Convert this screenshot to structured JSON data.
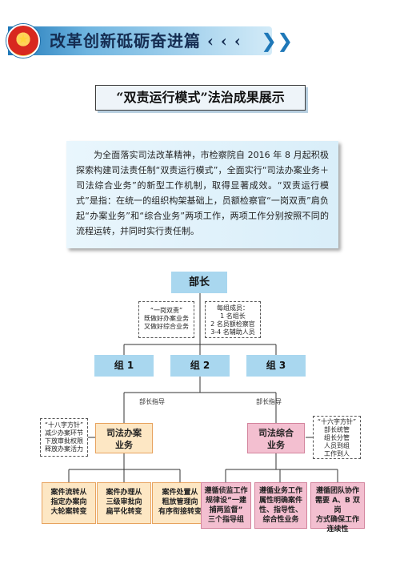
{
  "header": {
    "title": "改革创新砥砺奋进篇 ‹ ‹ ‹"
  },
  "section": {
    "title": "“双责运行模式”法治成果展示"
  },
  "intro": {
    "text": "为全面落实司法改革精神，市检察院自 2016 年 8 月起积极探索构建司法责任制“双责运行模式”，全面实行“司法办案业务＋司法综合业务”的新型工作机制，取得显著成效。“双责运行模式”是指：在统一的组织构架基础上，员额检察官“一岗双责”肩负起“办案业务”和“综合业务”两项工作，两项工作分别按照不同的流程运转，并同时实行责任制。"
  },
  "diagram": {
    "root": "部长",
    "note_left": [
      "“一岗双责”",
      "既做好办案业务",
      "又做好综合业务"
    ],
    "note_right": [
      "每组成员：",
      "1 名组长",
      "2 名员额检察官",
      "3-4 名辅助人员"
    ],
    "groups": [
      "组 1",
      "组 2",
      "组 3"
    ],
    "guide_left": "部长指导",
    "guide_right": "部长指导",
    "case_title": [
      "司法办案",
      "业务"
    ],
    "general_title": [
      "司法综合",
      "业务"
    ],
    "note_case": [
      "“十八字方针”",
      "减少办案环节",
      "下放审批权限",
      "释放办案活力"
    ],
    "note_general": [
      "“十六字方针”",
      "部长统管",
      "组长分管",
      "人员到组",
      "工作到人"
    ],
    "case_leaves": [
      [
        "案件流转从",
        "指定办案向",
        "大轮案转变"
      ],
      [
        "案件办理从",
        "三级审批向",
        "扁平化转变"
      ],
      [
        "案件处置从",
        "粗放管理向",
        "有序衔接转变"
      ]
    ],
    "general_leaves": [
      [
        "遵循侦监工作",
        "规律设”一建",
        "捕两监督”",
        "三个指导组"
      ],
      [
        "遵循业务工作",
        "属性明确案件",
        "性、指导性、",
        "综合性业务"
      ],
      [
        "遵循团队协作",
        "需要 A、B 双岗",
        "方式确保工作",
        "连续性"
      ]
    ]
  }
}
